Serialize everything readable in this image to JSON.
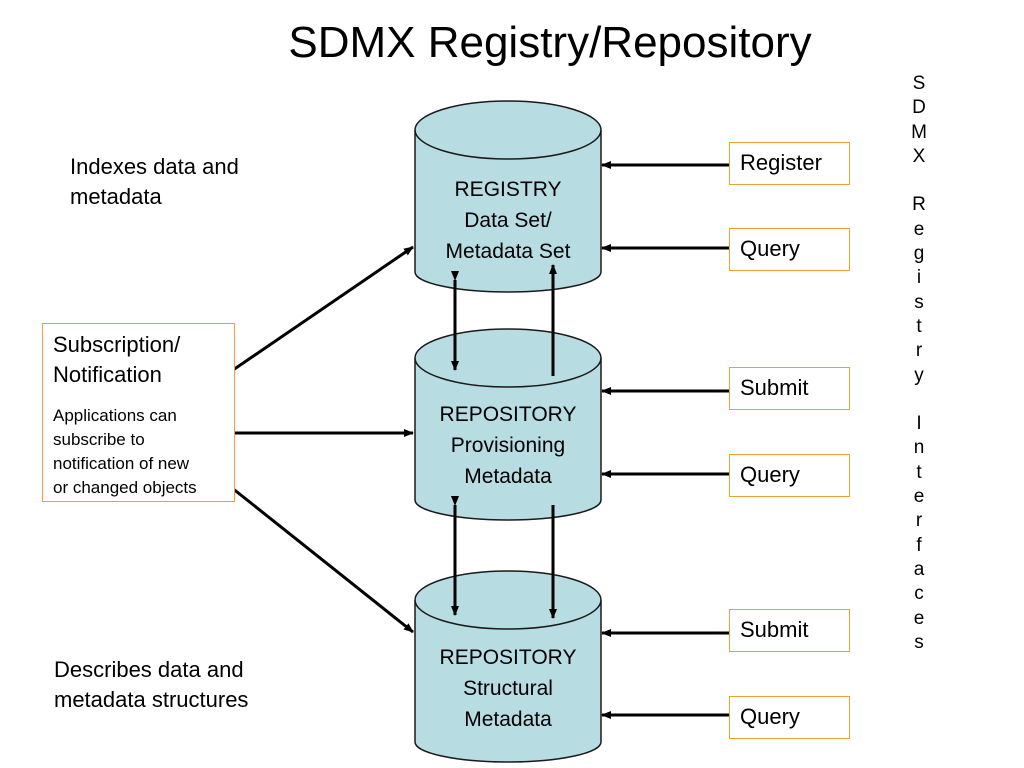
{
  "title": "SDMX Registry/Repository",
  "notes": {
    "indexes": "Indexes data and\nmetadata",
    "describes": "Describes data and\nmetadata structures"
  },
  "subscription": {
    "title": "Subscription/\nNotification",
    "description": "Applications can\nsubscribe to\nnotification of new\nor changed objects"
  },
  "cylinders": [
    {
      "line1": "REGISTRY",
      "line2": "Data Set/",
      "line3": "Metadata Set"
    },
    {
      "line1": "REPOSITORY",
      "line2": "Provisioning",
      "line3": "Metadata"
    },
    {
      "line1": "REPOSITORY",
      "line2": "Structural",
      "line3": "Metadata"
    }
  ],
  "interfaces": [
    "Register",
    "Query",
    "Submit",
    "Query",
    "Submit",
    "Query"
  ],
  "side_label": "SDMX Registry Interfaces",
  "colors": {
    "cylinder_fill": "#b7dde3",
    "cylinder_stroke": "#1a1a1a",
    "box_border": "#f0a030",
    "arrow": "#000000"
  }
}
